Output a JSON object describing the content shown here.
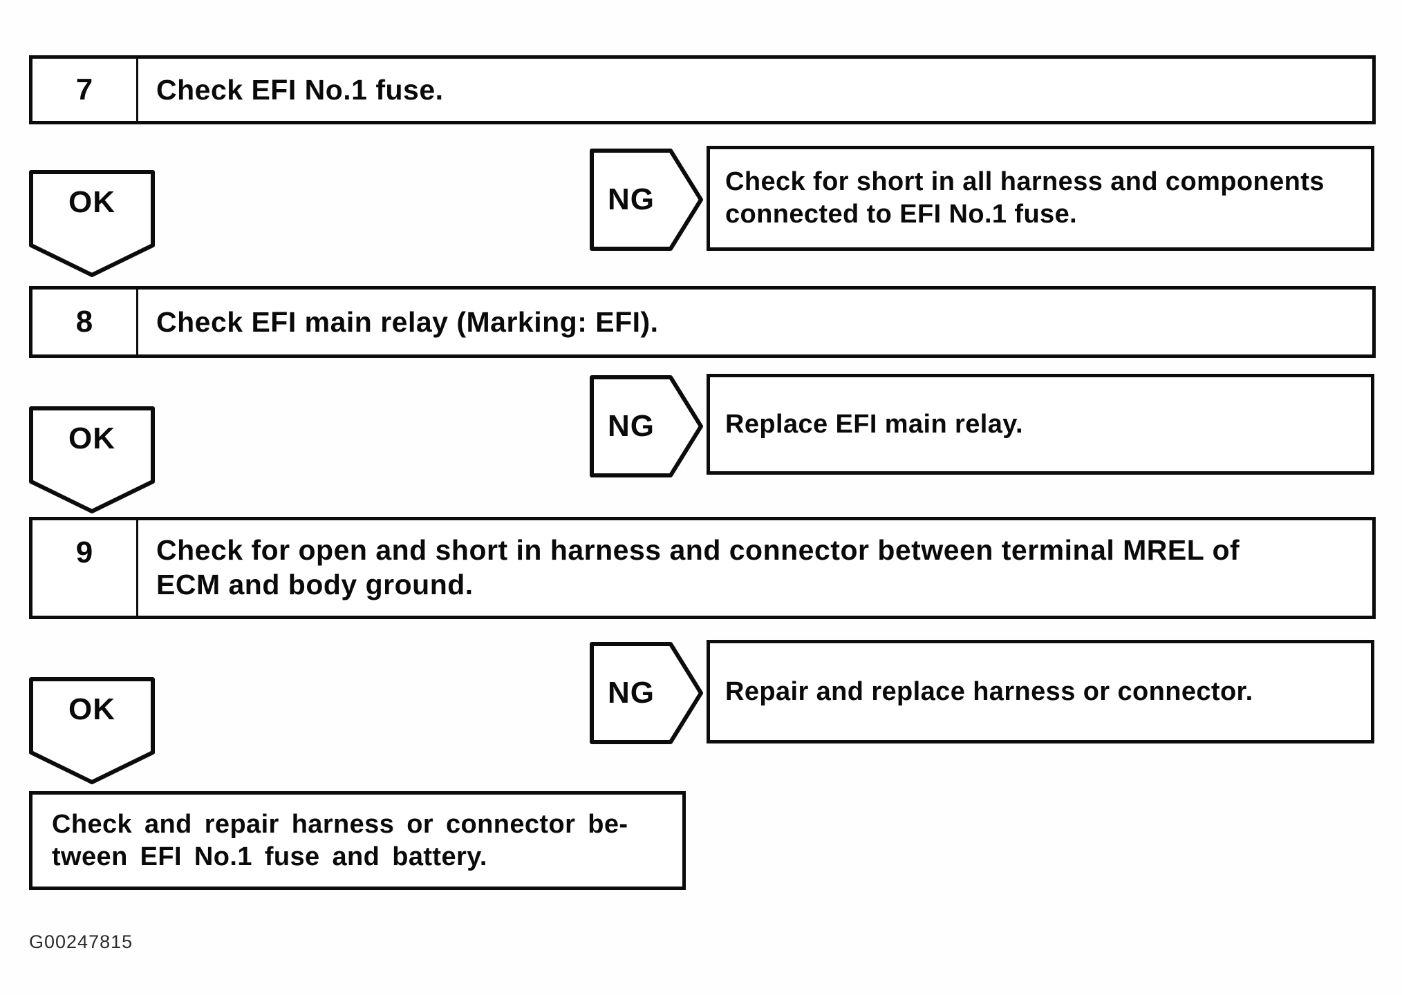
{
  "flowchart": {
    "ok_label": "OK",
    "steps": [
      {
        "number": "7",
        "lines": [
          "Check EFI No.1 fuse."
        ]
      },
      {
        "number": "8",
        "lines": [
          "Check EFI main relay (Marking: EFI)."
        ]
      },
      {
        "number": "9",
        "lines": [
          "Check for open and short in harness and connector between terminal MREL of",
          "ECM and body ground."
        ]
      }
    ],
    "ng_branches": [
      {
        "label": "NG",
        "lines": [
          "Check for short in all harness and components",
          "connected to EFI No.1 fuse."
        ]
      },
      {
        "label": "NG",
        "lines": [
          "Replace EFI main relay."
        ]
      },
      {
        "label": "NG",
        "lines": [
          "Repair and replace harness or connector."
        ]
      }
    ],
    "final_box": {
      "lines": [
        "Check and repair harness or connector be-",
        "tween EFI No.1 fuse and battery."
      ]
    }
  },
  "page": {
    "figure_id": "G00247815"
  }
}
